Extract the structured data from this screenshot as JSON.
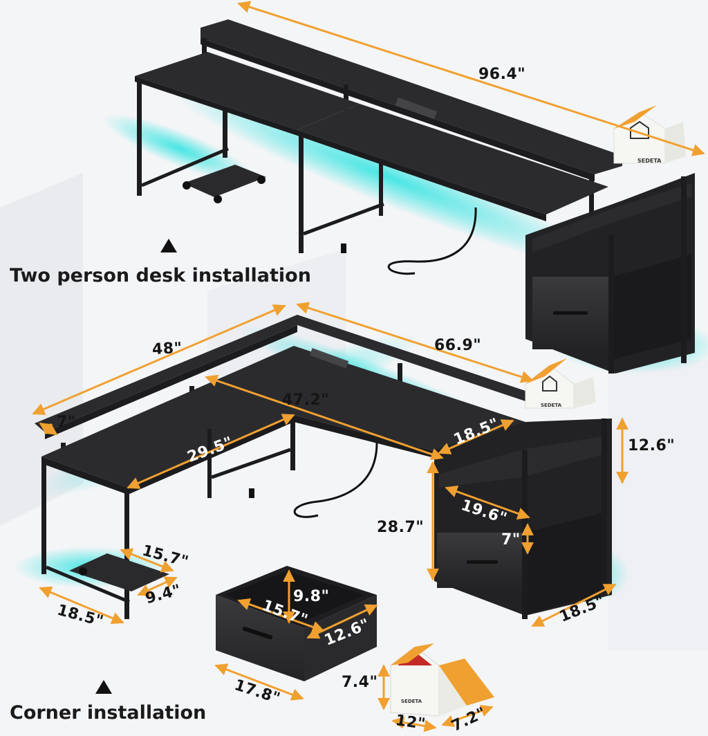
{
  "captions": {
    "two_person": "Two person desk installation",
    "corner": "Corner installation"
  },
  "brand": "SEDETA",
  "dimensions": {
    "top_total_length": "96.4\"",
    "corner_left_length": "48\"",
    "corner_right_length": "66.9\"",
    "shelf_depth": "7\"",
    "diagonal_length": "47.2\"",
    "left_desk_width": "29.5\"",
    "cabinet_top_depth": "18.5\"",
    "cabinet_height": "12.6\"",
    "desk_height": "28.7\"",
    "cabinet_width": "19.6\"",
    "drawer_face_height": "7\"",
    "cpu_stand_length": "15.7\"",
    "cpu_stand_width": "9.4\"",
    "left_leg_depth": "18.5\"",
    "cabinet_base_depth": "18.5\"",
    "drawer_height": "9.8\"",
    "drawer_inner_width": "15.7\"",
    "drawer_depth": "12.6\"",
    "drawer_front_width": "17.8\"",
    "box_height": "7.4\"",
    "box_length": "12\"",
    "box_width": "7.2\""
  },
  "colors": {
    "desk": "#2b2b2e",
    "frame": "#1c1c1e",
    "led": "#29e3e0",
    "arrow": "#f0a030",
    "text": "#151515",
    "background": "#f4f5f7"
  }
}
